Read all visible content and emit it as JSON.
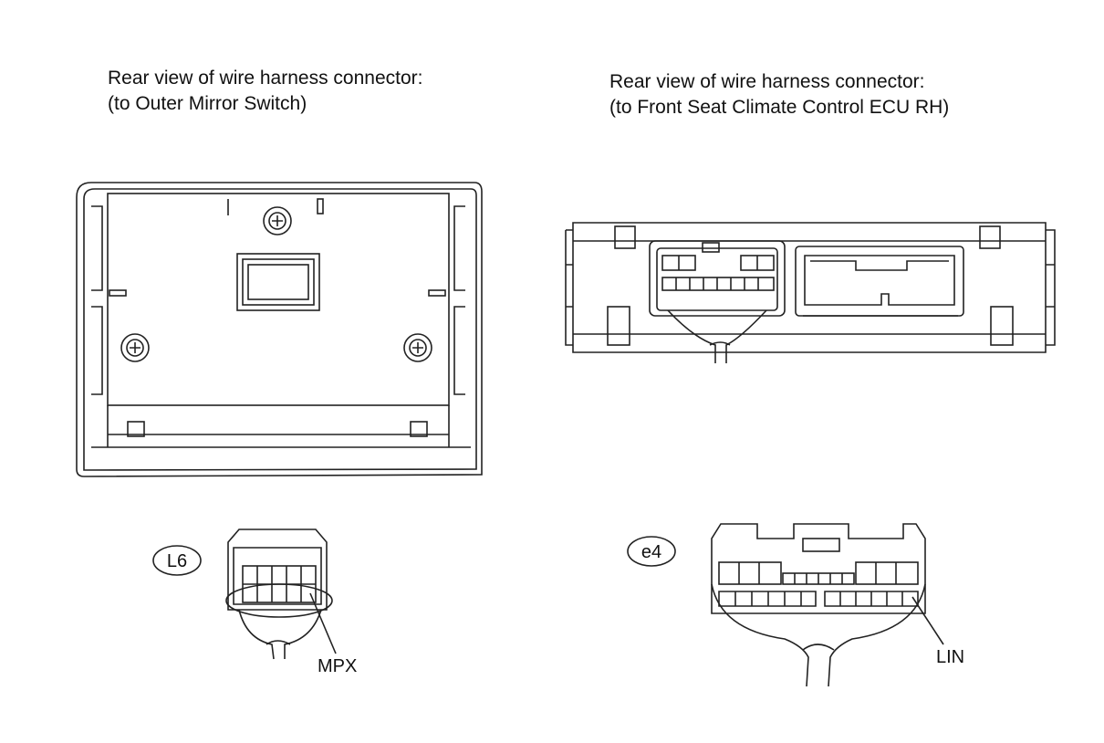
{
  "captions": {
    "left": {
      "line1": "Rear view of wire harness connector:",
      "line2": "(to Outer Mirror Switch)"
    },
    "right": {
      "line1": "Rear view of wire harness connector:",
      "line2": "(to Front Seat Climate Control ECU RH)"
    }
  },
  "connectors": {
    "left": {
      "id": "L6",
      "pin_label": "MPX"
    },
    "right": {
      "id": "e4",
      "pin_label": "LIN"
    }
  }
}
